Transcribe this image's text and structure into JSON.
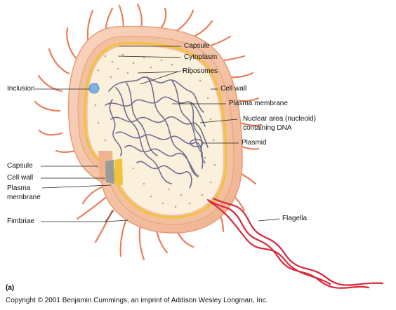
{
  "labels": {
    "capsule_top": "Capsule",
    "cytoplasm": "Cytoplasm",
    "ribosomes": "Ribosomes",
    "cell_wall_right": "Cell wall",
    "plasma_membrane_right": "Plasma membrane",
    "nuclear_area_line1": "Nuclear area (nucleoid)",
    "nuclear_area_line2": "containing DNA",
    "plasmid": "Plasmid",
    "inclusion": "Inclusion",
    "capsule_left": "Capsule",
    "cell_wall_left": "Cell wall",
    "plasma_membrane_left_line1": "Plasma",
    "plasma_membrane_left_line2": "membrane",
    "fimbriae": "Fimbriae",
    "flagella": "Flagella"
  },
  "panel_label": "(a)",
  "copyright": "Copyright © 2001 Benjamin Cummings, an imprint of Addison Wesley Longman, Inc.",
  "colors": {
    "capsule": "#f6c9ae",
    "cell_wall": "#eaa97f",
    "membrane": "#f2c23a",
    "cytoplasm": "#fbf0dc",
    "dna": "#6f6f8e",
    "fimbriae": "#e97e5a",
    "flagella": "#d8283a",
    "inclusion": "#7fb0e6"
  }
}
